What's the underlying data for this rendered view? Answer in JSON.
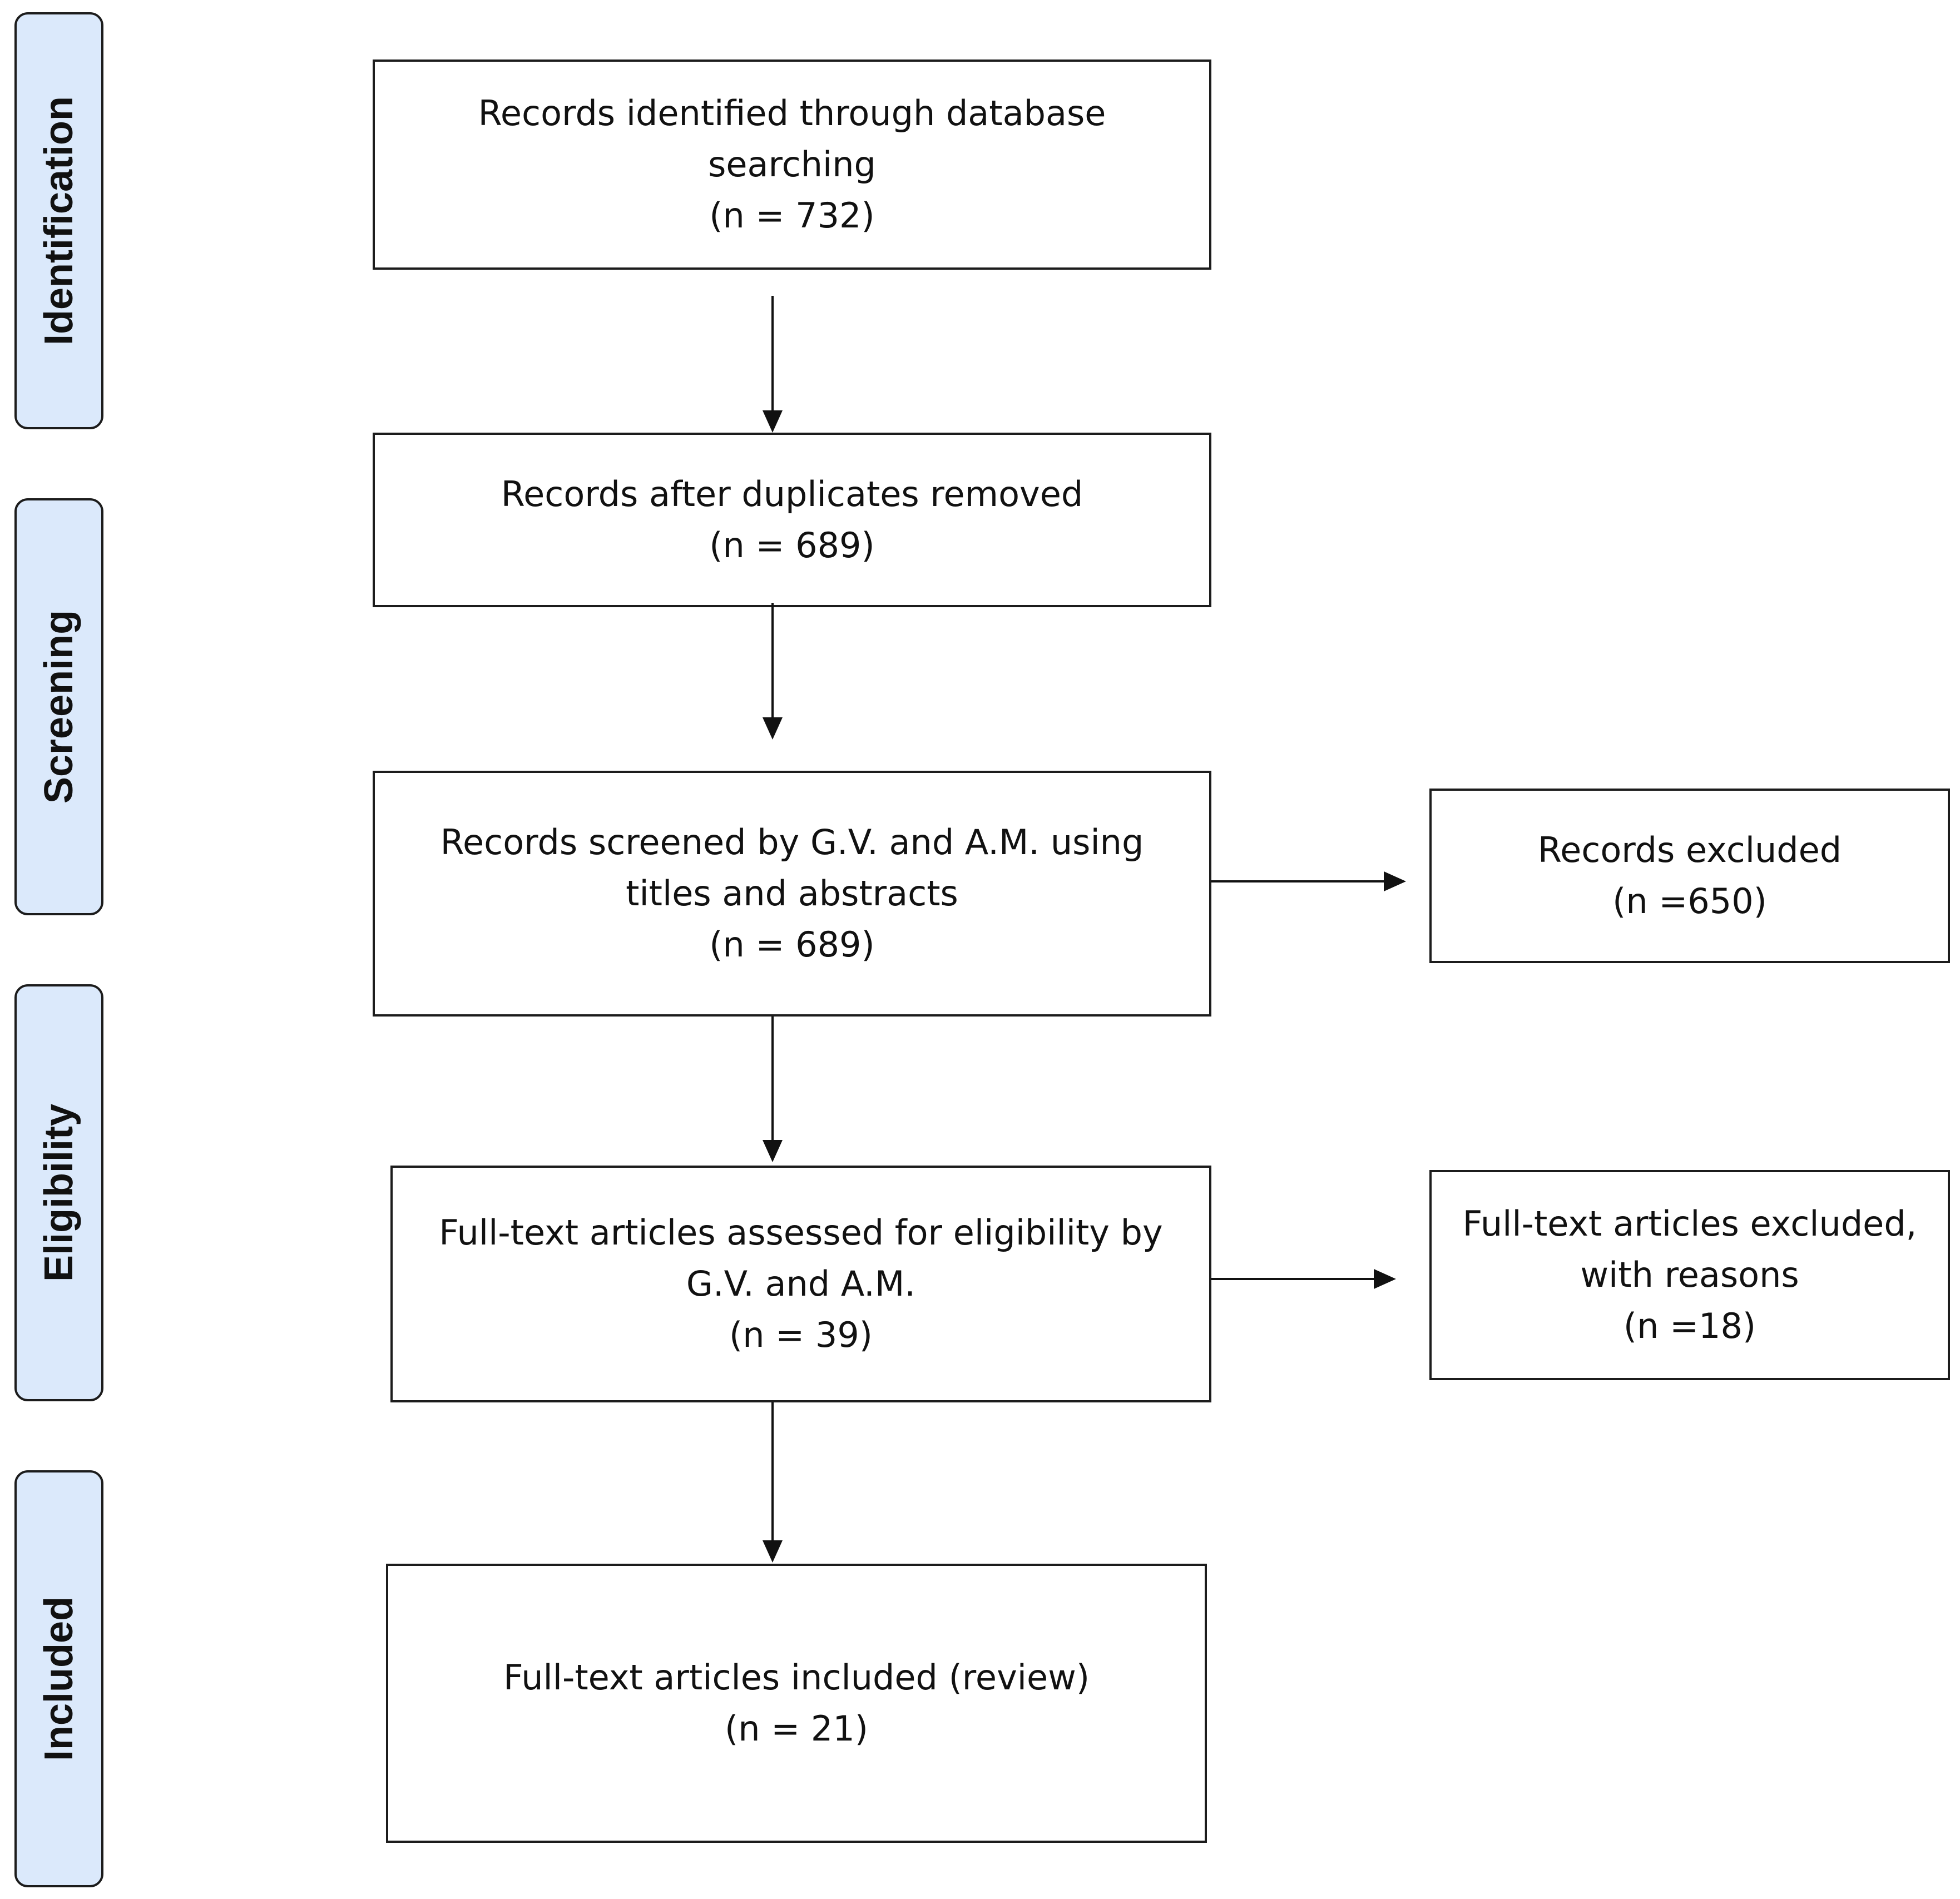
{
  "stages": {
    "identification": "Identification",
    "screening": "Screening",
    "eligibility": "Eligibility",
    "included": "Included"
  },
  "boxes": {
    "identified": "Records identified through database\nsearching\n(n = 732)",
    "deduplicated": "Records after duplicates removed\n(n = 689)",
    "screened": "Records screened by G.V. and A.M. using\ntitles and abstracts\n(n = 689)",
    "records_excluded": "Records excluded\n(n =650)",
    "assessed": "Full-text articles assessed for eligibility by\nG.V. and A.M.\n(n = 39)",
    "fulltext_excluded": "Full-text articles excluded,\nwith reasons\n(n =18)",
    "included": "Full-text articles included (review)\n(n = 21)"
  },
  "colors": {
    "stage_fill": "#dbe9fb",
    "border": "#1c1c1c",
    "box_fill": "#ffffff"
  }
}
